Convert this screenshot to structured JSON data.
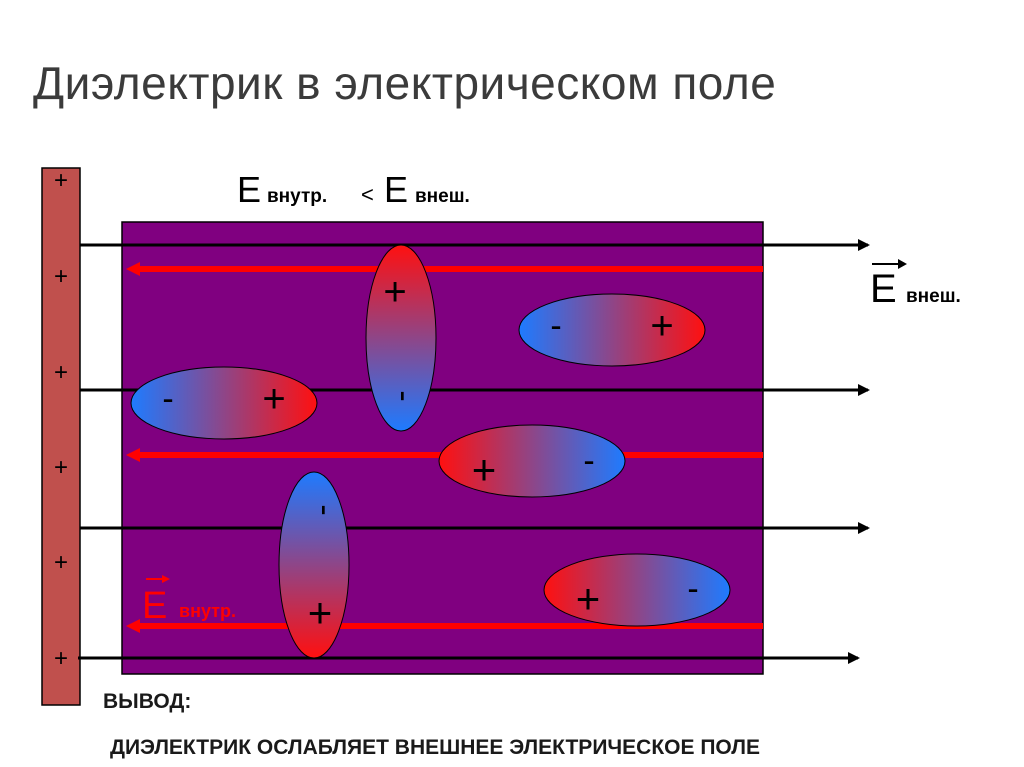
{
  "title": "Диэлектрик в электрическом поле",
  "relation": {
    "e_letter_left": "Е",
    "sub_left": "внутр.",
    "operator": "<",
    "e_letter_right": "Е",
    "sub_right": "внеш."
  },
  "field_external": {
    "letter": "Е",
    "subscript": "внеш."
  },
  "field_internal": {
    "letter": "Е",
    "subscript": "внутр."
  },
  "plate_charges": [
    "+",
    "+",
    "+",
    "+",
    "+",
    "+"
  ],
  "dipoles": [
    {
      "orientation": "horizontal",
      "left_sign": "-",
      "right_sign": "+"
    },
    {
      "orientation": "horizontal",
      "left_sign": "-",
      "right_sign": "+"
    },
    {
      "orientation": "horizontal",
      "left_sign": "+",
      "right_sign": "-"
    },
    {
      "orientation": "horizontal",
      "left_sign": "+",
      "right_sign": "-"
    },
    {
      "orientation": "vertical",
      "top_sign": "+",
      "bottom_sign": "-"
    },
    {
      "orientation": "vertical",
      "top_sign": "-",
      "bottom_sign": "+"
    }
  ],
  "conclusion": {
    "heading": "ВЫВОД:",
    "text": "ДИЭЛЕКТРИК ОСЛАБЛЯЕТ ВНЕШНЕЕ ЭЛЕКТРИЧЕСКОЕ ПОЛЕ"
  },
  "colors": {
    "plate": "#c0504d",
    "dielectric": "#800080",
    "external_line": "#000000",
    "internal_line": "#ff0000",
    "dipole_positive": "#ff0000",
    "dipole_negative": "#1e7bff"
  }
}
